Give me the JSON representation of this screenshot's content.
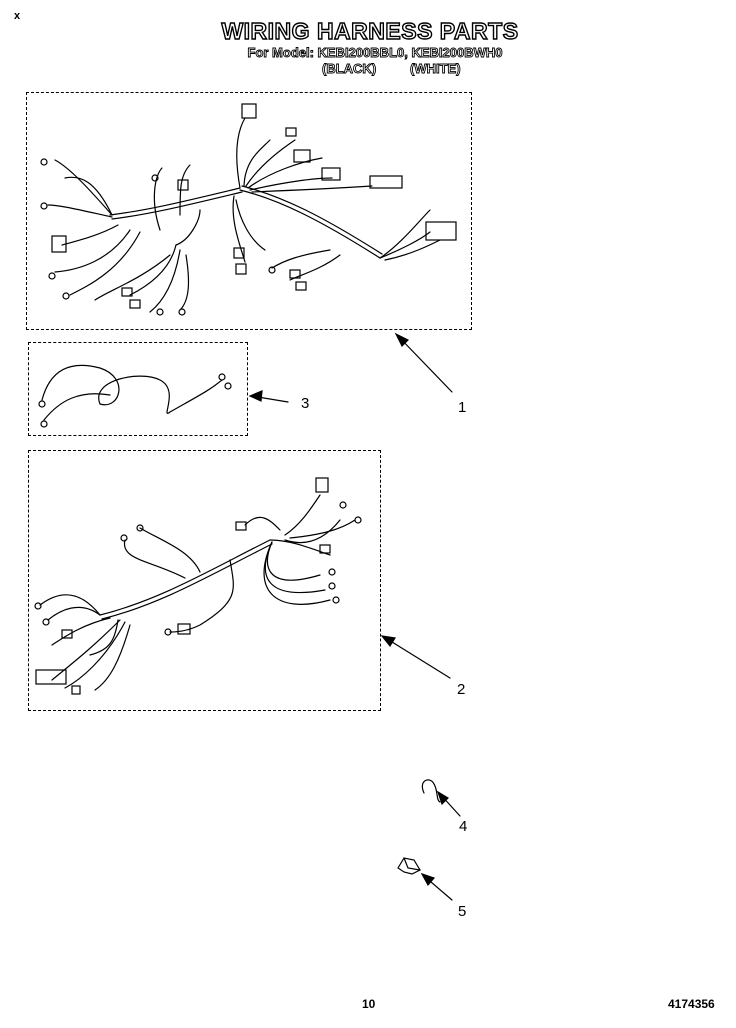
{
  "header": {
    "corner_mark": "x",
    "title": "WIRING HARNESS PARTS",
    "model_line": "For Model: KEBI200BBL0, KEBI200BWH0",
    "color_black": "(BLACK)",
    "color_white": "(WHITE)"
  },
  "callouts": [
    "1",
    "2",
    "3",
    "4",
    "5"
  ],
  "footer": {
    "page_number": "10",
    "document_number": "4174356"
  }
}
